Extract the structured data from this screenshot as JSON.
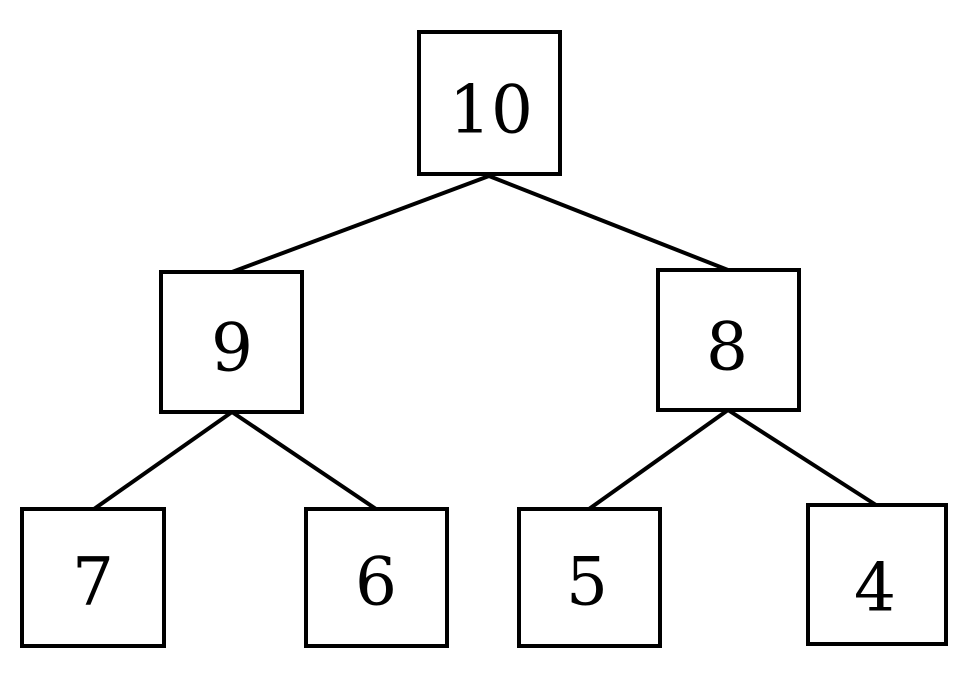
{
  "tree": {
    "nodes": [
      {
        "id": "n10",
        "label": "10"
      },
      {
        "id": "n9",
        "label": "9"
      },
      {
        "id": "n8",
        "label": "8"
      },
      {
        "id": "n7",
        "label": "7"
      },
      {
        "id": "n6",
        "label": "6"
      },
      {
        "id": "n5",
        "label": "5"
      },
      {
        "id": "n4",
        "label": "4"
      }
    ],
    "edges": [
      {
        "from": "n10",
        "to": "n9"
      },
      {
        "from": "n10",
        "to": "n8"
      },
      {
        "from": "n9",
        "to": "n7"
      },
      {
        "from": "n9",
        "to": "n6"
      },
      {
        "from": "n8",
        "to": "n5"
      },
      {
        "from": "n8",
        "to": "n4"
      }
    ]
  }
}
